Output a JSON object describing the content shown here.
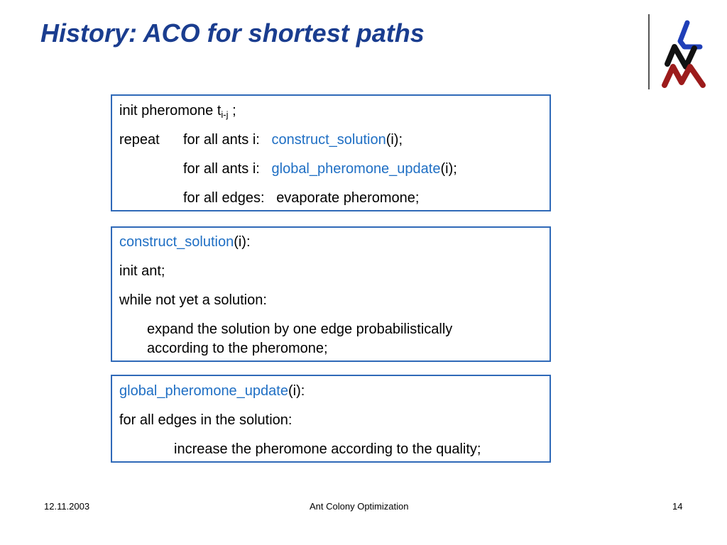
{
  "slide": {
    "title": "History: ACO for shortest paths",
    "accent_color": "#1a3d8f",
    "link_color": "#1f6fc4"
  },
  "box1": {
    "line1_pre": "init pheromone t",
    "line1_sub": "i-j",
    "line1_post": " ;",
    "repeat_kw": "repeat",
    "line2_pre": "for all ants i:",
    "line2_fn": "construct_solution",
    "line2_post": "(i);",
    "line3_pre": "for all ants i:",
    "line3_fn": "global_pheromone_update",
    "line3_post": "(i);",
    "line4_pre": "for all edges:",
    "line4_rest": "evaporate pheromone;"
  },
  "box2": {
    "fn": "construct_solution",
    "fn_post": "(i):",
    "line2": "init ant;",
    "line3": "while not yet a solution:",
    "line4a": "expand the solution by one edge probabilistically",
    "line4b": "according to the pheromone;"
  },
  "box3": {
    "fn": "global_pheromone_update",
    "fn_post": "(i):",
    "line2": "for all edges in the solution:",
    "line3": "increase the pheromone according to the quality;"
  },
  "footer": {
    "date": "12.11.2003",
    "center": "Ant Colony Optimization",
    "page": "14"
  },
  "logo": {
    "name": "lamm-logo"
  }
}
